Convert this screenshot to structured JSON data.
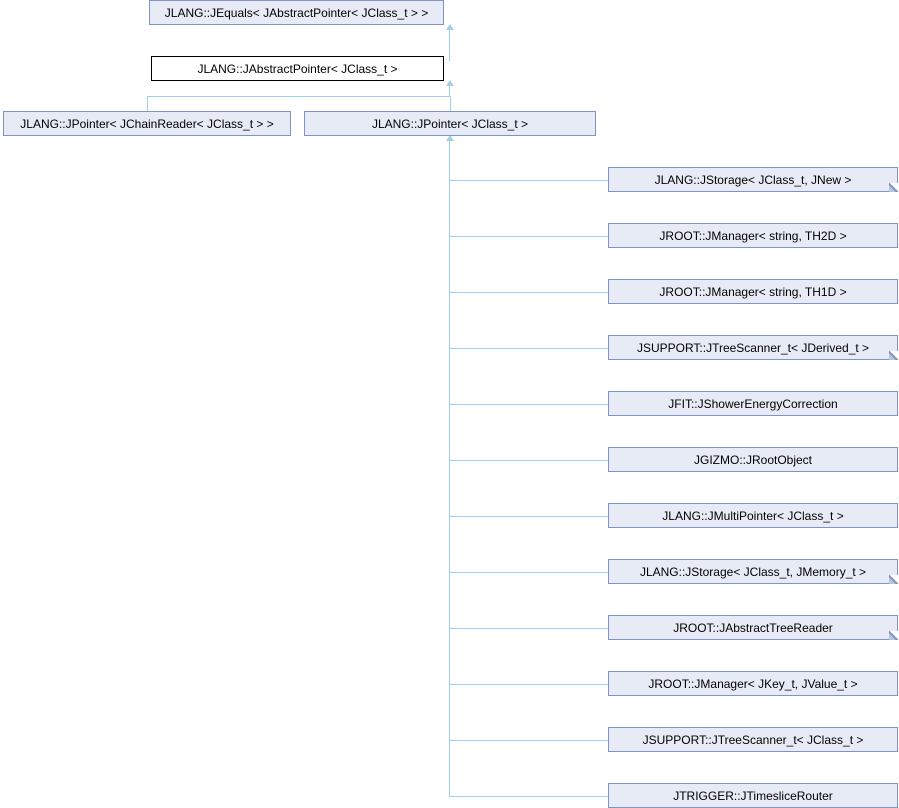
{
  "diagram": {
    "title": "JLANG::JAbstractPointer< JClass_t > inheritance diagram",
    "type": "class-inheritance-graph",
    "colors": {
      "box_fill": "#e7ebf5",
      "box_border": "#8093c4",
      "current_fill": "#ffffff",
      "current_border": "#000000",
      "edge": "#9fd0e8",
      "text": "#000000"
    }
  },
  "nodes": {
    "base": {
      "label": "JLANG::JEquals< JAbstractPointer< JClass_t > >"
    },
    "current": {
      "label": "JLANG::JAbstractPointer< JClass_t >"
    },
    "sibling": {
      "label": "JLANG::JPointer< JChainReader< JClass_t > >"
    },
    "parent": {
      "label": "JLANG::JPointer< JClass_t >"
    }
  },
  "derived": [
    {
      "label": "JLANG::JStorage< JClass_t, JNew >",
      "folded": true
    },
    {
      "label": "JROOT::JManager< string, TH2D >",
      "folded": false
    },
    {
      "label": "JROOT::JManager< string, TH1D >",
      "folded": false
    },
    {
      "label": "JSUPPORT::JTreeScanner_t< JDerived_t >",
      "folded": true
    },
    {
      "label": "JFIT::JShowerEnergyCorrection",
      "folded": false
    },
    {
      "label": "JGIZMO::JRootObject",
      "folded": false
    },
    {
      "label": "JLANG::JMultiPointer< JClass_t >",
      "folded": false
    },
    {
      "label": "JLANG::JStorage< JClass_t, JMemory_t >",
      "folded": true
    },
    {
      "label": "JROOT::JAbstractTreeReader",
      "folded": true
    },
    {
      "label": "JROOT::JManager< JKey_t, JValue_t >",
      "folded": false
    },
    {
      "label": "JSUPPORT::JTreeScanner_t< JClass_t >",
      "folded": false
    },
    {
      "label": "JTRIGGER::JTimesliceRouter",
      "folded": false
    }
  ]
}
